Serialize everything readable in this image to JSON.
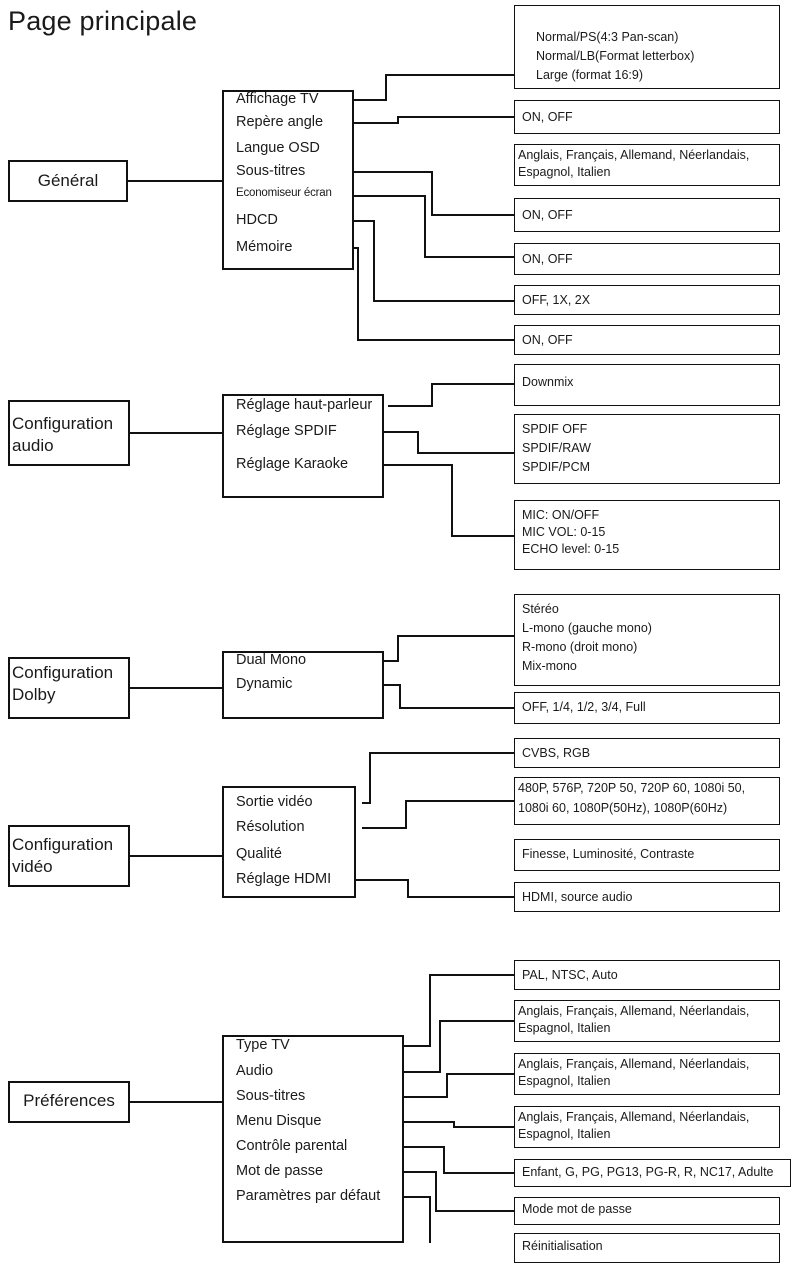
{
  "page_title": "Page principale",
  "sections": [
    {
      "label": "Général",
      "items": [
        "Affichage TV",
        "Repère angle",
        "Langue OSD",
        "Sous-titres",
        "Economiseur écran",
        "HDCD",
        "Mémoire"
      ],
      "options": [
        [
          "Normal/PS(4:3 Pan-scan)",
          "Normal/LB(Format letterbox)",
          "Large (format 16:9)"
        ],
        [
          "ON, OFF"
        ],
        [
          "Anglais, Français, Allemand, Néerlandais,",
          "Espagnol, Italien"
        ],
        [
          "ON, OFF"
        ],
        [
          "ON, OFF"
        ],
        [
          "OFF, 1X, 2X"
        ],
        [
          "ON, OFF"
        ]
      ]
    },
    {
      "label": "Configuration\naudio",
      "items": [
        "Réglage haut-parleur",
        "Réglage SPDIF",
        "Réglage Karaoke"
      ],
      "options": [
        [
          "Downmix"
        ],
        [
          "SPDIF OFF",
          "SPDIF/RAW",
          "SPDIF/PCM"
        ],
        [
          "MIC: ON/OFF",
          "MIC VOL: 0-15",
          "ECHO level: 0-15"
        ]
      ]
    },
    {
      "label": "Configuration\nDolby",
      "items": [
        "Dual Mono",
        "Dynamic"
      ],
      "options": [
        [
          "Stéréo",
          "L-mono (gauche mono)",
          "R-mono (droit mono)",
          "Mix-mono"
        ],
        [
          "OFF, 1/4, 1/2, 3/4, Full"
        ]
      ]
    },
    {
      "label": "Configuration\nvidéo",
      "items": [
        "Sortie vidéo",
        "Résolution",
        "Qualité",
        "Réglage HDMI"
      ],
      "options": [
        [
          "CVBS, RGB"
        ],
        [
          "480P, 576P, 720P 50, 720P 60, 1080i 50,",
          "1080i 60, 1080P(50Hz), 1080P(60Hz)"
        ],
        [
          "Finesse, Luminosité, Contraste"
        ],
        [
          "HDMI, source audio"
        ]
      ]
    },
    {
      "label": "Préférences",
      "items": [
        "Type TV",
        "Audio",
        "Sous-titres",
        "Menu Disque",
        "Contrôle parental",
        "Mot de passe",
        "Paramètres par défaut"
      ],
      "options": [
        [
          "PAL, NTSC, Auto"
        ],
        [
          "Anglais, Français, Allemand, Néerlandais,",
          "Espagnol, Italien"
        ],
        [
          "Anglais, Français, Allemand, Néerlandais,",
          "Espagnol, Italien"
        ],
        [
          "Anglais, Français, Allemand, Néerlandais,",
          "Espagnol, Italien"
        ],
        [
          "Enfant, G, PG, PG13, PG-R, R, NC17, Adulte"
        ],
        [
          "Mode mot de passe"
        ],
        [
          "Réinitialisation"
        ]
      ]
    }
  ]
}
